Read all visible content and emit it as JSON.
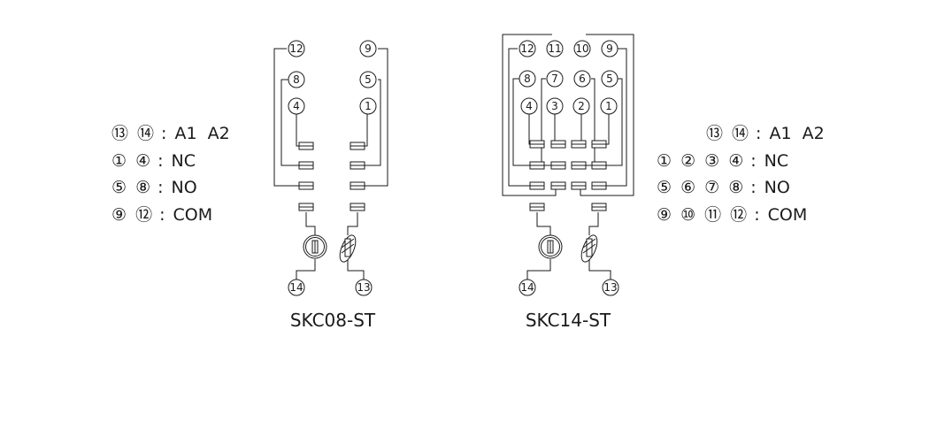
{
  "legend_left": [
    {
      "pins": "⑬ ⑭",
      "sep": ":",
      "desc": "A1  A2"
    },
    {
      "pins": "① ④",
      "sep": ":",
      "desc": "NC"
    },
    {
      "pins": "⑤ ⑧",
      "sep": ":",
      "desc": "NO"
    },
    {
      "pins": "⑨ ⑫",
      "sep": ":",
      "desc": "COM"
    }
  ],
  "legend_right": [
    {
      "pins": "⑬ ⑭",
      "sep": ":",
      "desc": "A1  A2"
    },
    {
      "pins": "① ② ③ ④",
      "sep": ":",
      "desc": "NC"
    },
    {
      "pins": "⑤ ⑥ ⑦ ⑧",
      "sep": ":",
      "desc": "NO"
    },
    {
      "pins": "⑨ ⑩ ⑪ ⑫",
      "sep": ":",
      "desc": "COM"
    }
  ],
  "skc08": {
    "caption": "SKC08-ST",
    "pins": {
      "p12": "12",
      "p9": "9",
      "p8": "8",
      "p5": "5",
      "p4": "4",
      "p1": "1",
      "p14": "14",
      "p13": "13"
    }
  },
  "skc14": {
    "caption": "SKC14-ST",
    "pins": {
      "p12": "12",
      "p11": "11",
      "p10": "10",
      "p9": "9",
      "p8": "8",
      "p7": "7",
      "p6": "6",
      "p5": "5",
      "p4": "4",
      "p3": "3",
      "p2": "2",
      "p1": "1",
      "p14": "14",
      "p13": "13"
    }
  },
  "colors": {
    "line": "#1a1a1a",
    "background": "#ffffff"
  }
}
